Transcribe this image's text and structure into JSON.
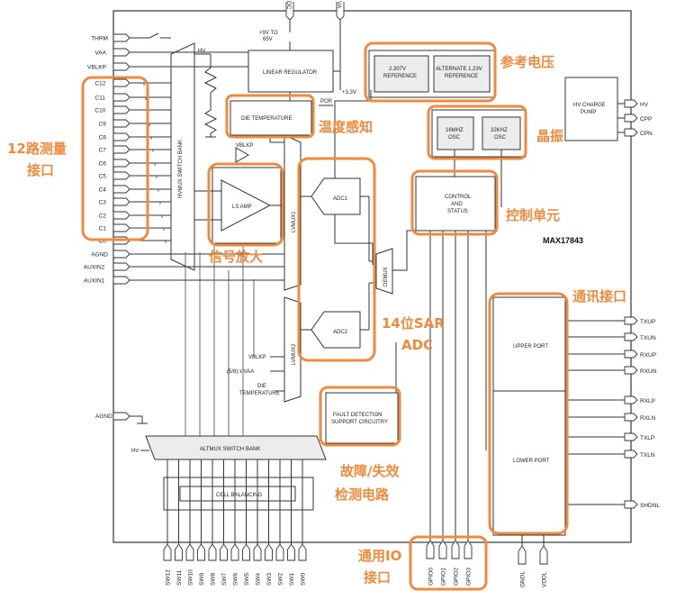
{
  "title": "MAX17843",
  "supply_pins": {
    "dc": "DC",
    "va": "VA"
  },
  "left_pins": [
    "THRM",
    "VAA",
    "VBLKP",
    "C12",
    "C11",
    "C10",
    "C9",
    "C8",
    "C7",
    "C6",
    "C5",
    "C4",
    "C3",
    "C2",
    "C1",
    "C0",
    "AGND",
    "AUXIN2",
    "AUXIN1"
  ],
  "right_top_pins": [
    "HV",
    "CPP",
    "CPN"
  ],
  "right_mid_pins": [
    "TXUP",
    "TXUN",
    "RXUP",
    "RXUN",
    "RXLP",
    "RXLN",
    "TXLP",
    "TXLN"
  ],
  "shdn_pin": "SHDNL",
  "bottom_sw": [
    "SW12",
    "SW11",
    "SW10",
    "SW9",
    "SW8",
    "SW7",
    "SW6",
    "SW5",
    "SW4",
    "SW3",
    "SW2",
    "SW1",
    "SW0"
  ],
  "bottom_gpio": [
    "GPIO0",
    "GPIO1",
    "GPIO2",
    "GPIO3"
  ],
  "bottom_right": [
    "GNDL",
    "VDDL"
  ],
  "agnd_mid": "AGND",
  "hv_label": "HV",
  "hv_bottom": "HV",
  "blocks": {
    "linear_reg": "LINEAR REGULATOR",
    "reg_in": [
      "+9V TO",
      "65V"
    ],
    "v33": "+3.3V",
    "die_temp": "DIE TEMPERATURE",
    "por": "POR",
    "vblkp_small": "VBLKP",
    "ref1": [
      "2.307V",
      "REFERENCE"
    ],
    "ref2": [
      "ALTERNATE 1.23V",
      "REFERENCE"
    ],
    "osc1": [
      "16MHZ",
      "OSC"
    ],
    "osc2": [
      "32KHZ",
      "OSC"
    ],
    "control": [
      "CONTROL",
      "AND",
      "STATUS"
    ],
    "hv_pump": [
      "HV CHARGE",
      "PUMP"
    ],
    "hvmux": "HVMUX SWITCH BANK",
    "ls_amp": "LS AMP",
    "lvmux1": "LVMUX1",
    "lvmux2": "LVMUX2",
    "adc1": "ADC1",
    "adc2": "ADC2",
    "demux": "DEMUX",
    "upper_port": "UPPER PORT",
    "lower_port": "LOWER PORT",
    "fault": [
      "FAULT DETECTION",
      "SUPPORT CIRCUITRY"
    ],
    "altmux": "ALTMUX SWITCH BANK",
    "cell_bal": "CELL BALANCING",
    "in_vblkp": "VBLKP",
    "in_vaa": "(5/8) x VAA",
    "in_die": [
      "DIE",
      "TEMPERATURE"
    ]
  },
  "annotations": {
    "ref_voltage": "参考电压",
    "temp_sense": "温度感知",
    "crystal": "晶振",
    "measure": [
      "12路测量",
      "接口"
    ],
    "control_unit": "控制单元",
    "amp": "信号放大",
    "adc": [
      "14位SAR",
      "ADC"
    ],
    "comm": "通讯接口",
    "fault": [
      "故障/失效",
      "检测电路"
    ],
    "gpio": [
      "通用IO",
      "接口"
    ]
  },
  "highlight_color": "#f08a3c"
}
